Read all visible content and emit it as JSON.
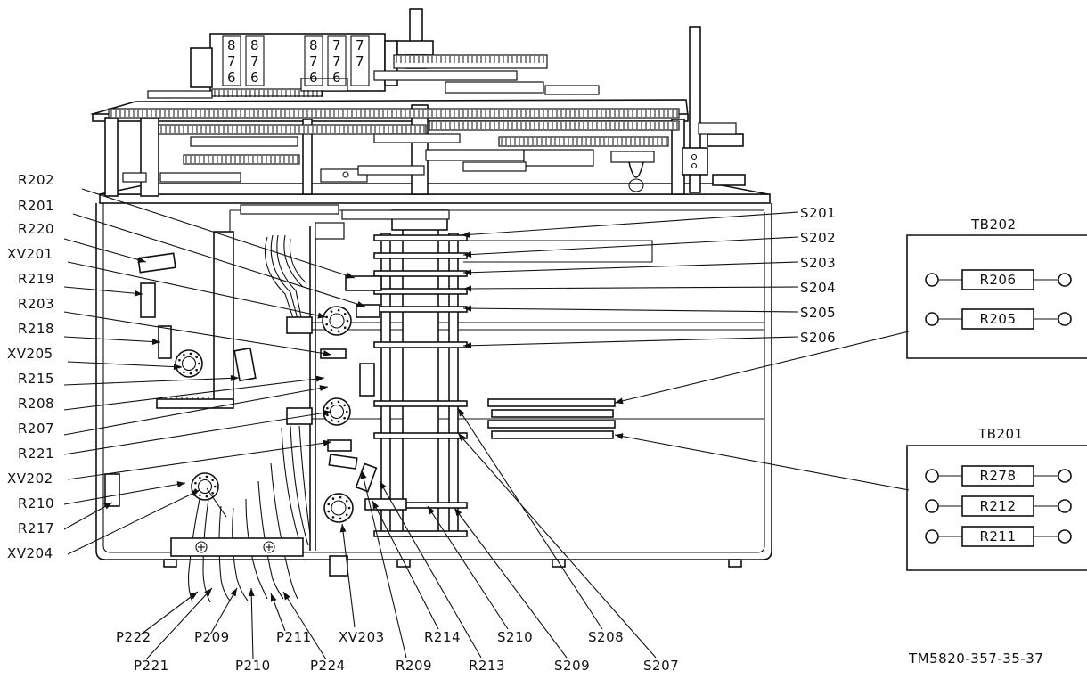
{
  "figure_id": "TM5820-357-35-37",
  "left_labels": [
    "R202",
    "R201",
    "R220",
    "XV201",
    "R219",
    "R203",
    "R218",
    "XV205",
    "R215",
    "R208",
    "R207",
    "R221",
    "XV202",
    "R210",
    "R217",
    "XV204"
  ],
  "right_labels": [
    "S201",
    "S202",
    "S203",
    "S204",
    "S205",
    "S206"
  ],
  "bottom_labels_row1": [
    "P222",
    "P209",
    "P211",
    "XV203",
    "R214",
    "S210",
    "S208"
  ],
  "bottom_labels_row2": [
    "P221",
    "P210",
    "P224",
    "R209",
    "R213",
    "S209",
    "S207"
  ],
  "counter_digits": [
    {
      "top": "8",
      "mid": "7",
      "bot": "6"
    },
    {
      "top": "8",
      "mid": "7",
      "bot": "6"
    },
    {
      "top": "8",
      "mid": "7",
      "bot": "6"
    },
    {
      "top": "7",
      "mid": "7",
      "bot": "6"
    },
    {
      "top": "7",
      "mid": "7",
      "bot": ""
    }
  ],
  "tb202": {
    "title": "TB202",
    "resistors": [
      "R206",
      "R205"
    ]
  },
  "tb201": {
    "title": "TB201",
    "resistors": [
      "R278",
      "R212",
      "R211"
    ]
  }
}
